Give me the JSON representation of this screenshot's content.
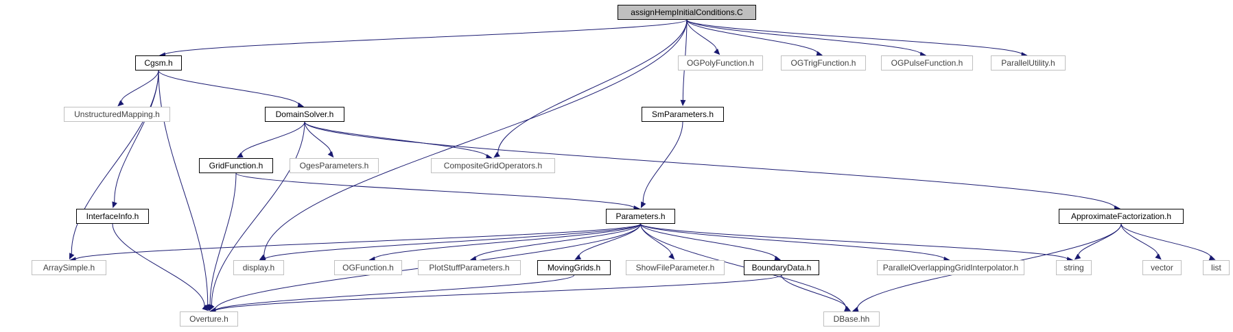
{
  "colors": {
    "edge": "#191970",
    "root_fill": "#bfbfbf",
    "ext_border": "#bfbfbf"
  },
  "nodes": [
    {
      "id": "root",
      "label": "assignHempInitialConditions.C",
      "kind": "root"
    },
    {
      "id": "cgsm",
      "label": "Cgsm.h",
      "kind": "main"
    },
    {
      "id": "ogpoly",
      "label": "OGPolyFunction.h",
      "kind": "ext"
    },
    {
      "id": "ogtrig",
      "label": "OGTrigFunction.h",
      "kind": "ext"
    },
    {
      "id": "ogpulse",
      "label": "OGPulseFunction.h",
      "kind": "ext"
    },
    {
      "id": "parutil",
      "label": "ParallelUtility.h",
      "kind": "ext"
    },
    {
      "id": "unstr",
      "label": "UnstructuredMapping.h",
      "kind": "ext"
    },
    {
      "id": "domain",
      "label": "DomainSolver.h",
      "kind": "main"
    },
    {
      "id": "smparams",
      "label": "SmParameters.h",
      "kind": "main"
    },
    {
      "id": "gridfunc",
      "label": "GridFunction.h",
      "kind": "main"
    },
    {
      "id": "oges",
      "label": "OgesParameters.h",
      "kind": "ext"
    },
    {
      "id": "cgops",
      "label": "CompositeGridOperators.h",
      "kind": "ext"
    },
    {
      "id": "iface",
      "label": "InterfaceInfo.h",
      "kind": "main"
    },
    {
      "id": "params",
      "label": "Parameters.h",
      "kind": "main"
    },
    {
      "id": "approx",
      "label": "ApproximateFactorization.h",
      "kind": "main"
    },
    {
      "id": "arrsimple",
      "label": "ArraySimple.h",
      "kind": "ext"
    },
    {
      "id": "display",
      "label": "display.h",
      "kind": "ext"
    },
    {
      "id": "ogfunc",
      "label": "OGFunction.h",
      "kind": "ext"
    },
    {
      "id": "plotstuff",
      "label": "PlotStuffParameters.h",
      "kind": "ext"
    },
    {
      "id": "moving",
      "label": "MovingGrids.h",
      "kind": "main"
    },
    {
      "id": "showfile",
      "label": "ShowFileParameter.h",
      "kind": "ext"
    },
    {
      "id": "bdata",
      "label": "BoundaryData.h",
      "kind": "main"
    },
    {
      "id": "pogi",
      "label": "ParallelOverlappingGridInterpolator.h",
      "kind": "ext"
    },
    {
      "id": "string",
      "label": "string",
      "kind": "ext"
    },
    {
      "id": "vector",
      "label": "vector",
      "kind": "ext"
    },
    {
      "id": "list",
      "label": "list",
      "kind": "ext"
    },
    {
      "id": "overture",
      "label": "Overture.h",
      "kind": "ext"
    },
    {
      "id": "dbase",
      "label": "DBase.hh",
      "kind": "ext"
    }
  ],
  "edges": [
    [
      "root",
      "cgsm"
    ],
    [
      "root",
      "ogpoly"
    ],
    [
      "root",
      "ogtrig"
    ],
    [
      "root",
      "ogpulse"
    ],
    [
      "root",
      "parutil"
    ],
    [
      "root",
      "smparams"
    ],
    [
      "root",
      "cgops"
    ],
    [
      "root",
      "display"
    ],
    [
      "cgsm",
      "unstr"
    ],
    [
      "cgsm",
      "domain"
    ],
    [
      "cgsm",
      "iface"
    ],
    [
      "cgsm",
      "arrsimple"
    ],
    [
      "cgsm",
      "overture"
    ],
    [
      "domain",
      "gridfunc"
    ],
    [
      "domain",
      "oges"
    ],
    [
      "domain",
      "cgops"
    ],
    [
      "domain",
      "approx"
    ],
    [
      "domain",
      "overture"
    ],
    [
      "smparams",
      "params"
    ],
    [
      "gridfunc",
      "params"
    ],
    [
      "gridfunc",
      "overture"
    ],
    [
      "iface",
      "overture"
    ],
    [
      "params",
      "arrsimple"
    ],
    [
      "params",
      "display"
    ],
    [
      "params",
      "ogfunc"
    ],
    [
      "params",
      "plotstuff"
    ],
    [
      "params",
      "moving"
    ],
    [
      "params",
      "showfile"
    ],
    [
      "params",
      "bdata"
    ],
    [
      "params",
      "pogi"
    ],
    [
      "params",
      "string"
    ],
    [
      "params",
      "dbase"
    ],
    [
      "params",
      "overture"
    ],
    [
      "moving",
      "overture"
    ],
    [
      "bdata",
      "overture"
    ],
    [
      "bdata",
      "dbase"
    ],
    [
      "approx",
      "string"
    ],
    [
      "approx",
      "vector"
    ],
    [
      "approx",
      "list"
    ],
    [
      "approx",
      "dbase"
    ]
  ]
}
